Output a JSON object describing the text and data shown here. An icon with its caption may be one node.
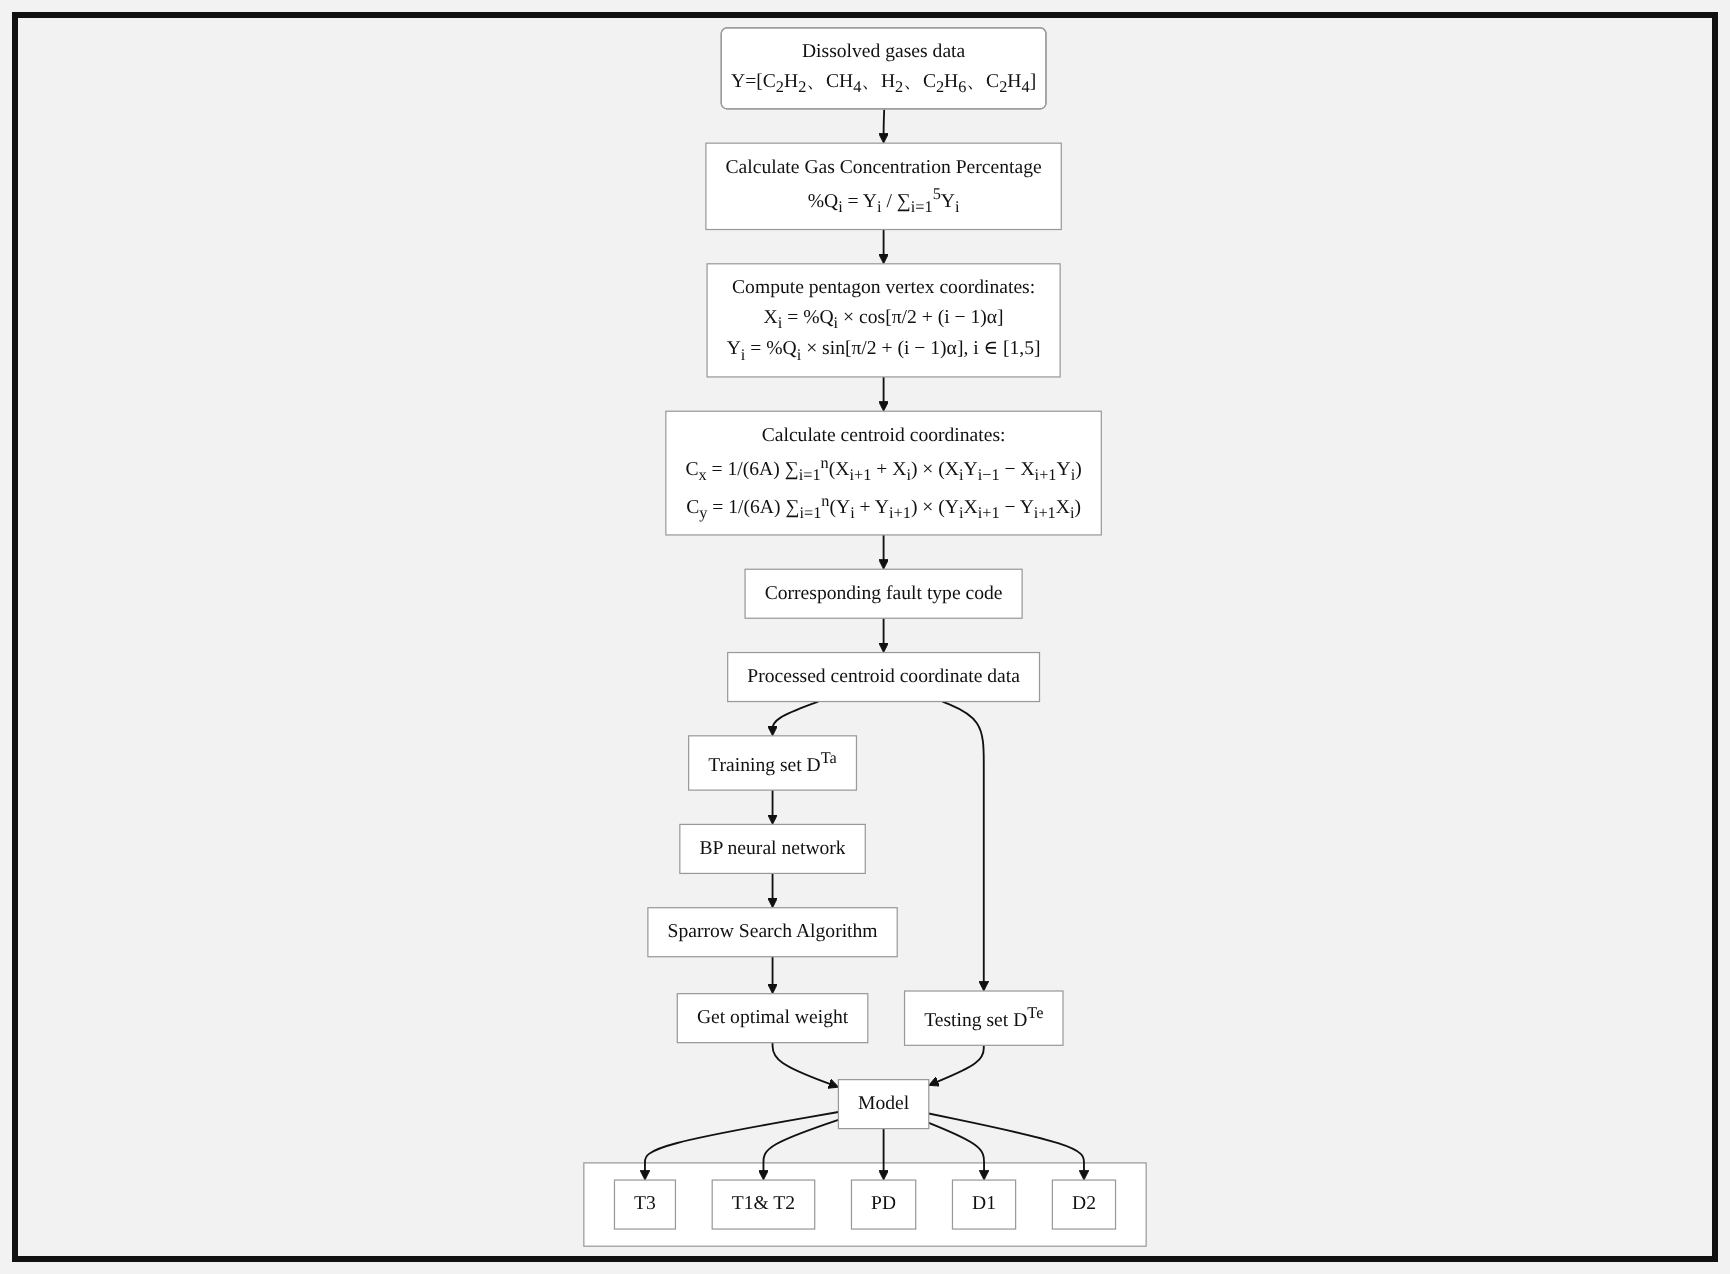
{
  "diagram": {
    "nodes": [
      {
        "text": [
          "Dissolved gases data",
          "Y=[C$_{2}$H$_{2}$、CH$_{4}$、H$_{2}$、C$_{2}$H$_{6}$、C$_{2}$H$_{4}$]"
        ]
      },
      {
        "text": [
          "Calculate Gas Concentration Percentage",
          "%Q$_{i}$ = Y$_{i}$ / ∑$_{i=1}$$^{5}$Y$_{i}$"
        ]
      },
      {
        "text": [
          "Compute pentagon vertex coordinates:",
          "X$_{i}$ = %Q$_{i}$ × cos[π/2 + (i − 1)α]",
          "Y$_{i}$ = %Q$_{i}$ × sin[π/2 + (i − 1)α], i ∈ [1,5]"
        ]
      },
      {
        "text": [
          "Calculate centroid coordinates:",
          "C$_{x}$ = 1/(6A) ∑$_{i=1}$$^{n}$(X$_{i+1}$ + X$_{i}$) × (X$_{i}$Y$_{i−1}$ − X$_{i+1}$Y$_{i}$)",
          "C$_{y}$ = 1/(6A) ∑$_{i=1}$$^{n}$(Y$_{i}$ + Y$_{i+1}$) × (Y$_{i}$X$_{i+1}$ − Y$_{i+1}$X$_{i}$)"
        ]
      },
      {
        "text": [
          "Corresponding fault type code"
        ]
      },
      {
        "text": [
          "Processed centroid coordinate data"
        ]
      },
      {
        "text": [
          "Training set D$^{Ta}$"
        ]
      },
      {
        "text": [
          "Testing set D$^{Te}$"
        ]
      },
      {
        "text": [
          "BP neural network"
        ]
      },
      {
        "text": [
          "Sparrow Search Algorithm"
        ]
      },
      {
        "text": [
          "Get optimal weight"
        ]
      },
      {
        "text": [
          "Model"
        ]
      },
      {
        "text": [],
        "shape": "box"
      },
      {
        "text": [
          "T3"
        ],
        "in": 12
      },
      {
        "text": [
          "T1& T2"
        ],
        "in": 12
      },
      {
        "text": [
          "PD"
        ],
        "in": 12
      },
      {
        "text": [
          "D1"
        ],
        "in": 12
      },
      {
        "text": [
          "D2"
        ],
        "in": 12
      }
    ],
    "edges": [
      {
        "from": 0,
        "to": 1,
        "arrow": "to"
      },
      {
        "from": 1,
        "to": 2,
        "arrow": "to"
      },
      {
        "from": 2,
        "to": 3,
        "arrow": "to"
      },
      {
        "from": 3,
        "to": 4,
        "arrow": "to"
      },
      {
        "from": 4,
        "to": 5,
        "arrow": "to"
      },
      {
        "from": 5,
        "to": 6,
        "arrow": "to"
      },
      {
        "from": 5,
        "to": 7,
        "arrow": "to"
      },
      {
        "from": 6,
        "to": 8,
        "arrow": "to"
      },
      {
        "from": 8,
        "to": 9,
        "arrow": "to"
      },
      {
        "from": 9,
        "to": 10,
        "arrow": "to"
      },
      {
        "from": 10,
        "to": 11,
        "arrow": "to"
      },
      {
        "from": 7,
        "to": 11,
        "arrow": "to"
      },
      {
        "from": 11,
        "to": 13,
        "arrow": "to"
      },
      {
        "from": 11,
        "to": 14,
        "arrow": "to"
      },
      {
        "from": 11,
        "to": 15,
        "arrow": "to"
      },
      {
        "from": 11,
        "to": 16,
        "arrow": "to"
      },
      {
        "from": 11,
        "to": 17,
        "arrow": "to"
      }
    ]
  }
}
